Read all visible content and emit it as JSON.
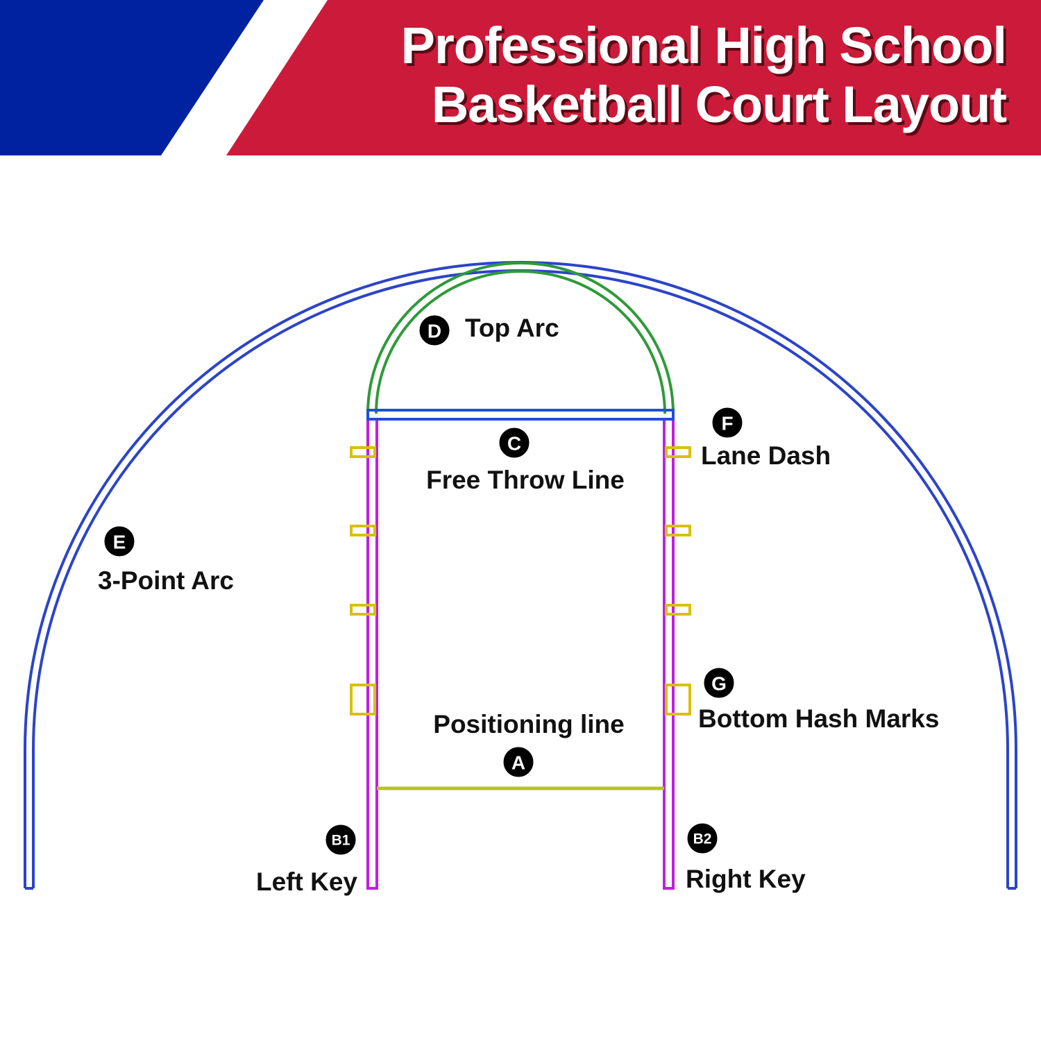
{
  "title": {
    "line1": "Professional High School",
    "line2": "Basketball Court Layout"
  },
  "colors": {
    "banner_blue": "#0022a0",
    "banner_red": "#cc1b3a",
    "three_point_arc": "#2c44c8",
    "top_arc": "#2e9a3a",
    "free_throw_line": "#1f4fd8",
    "lane_lines": "#c21ee0",
    "lane_dash": "#d8c000",
    "positioning_line": "#b6c51a"
  },
  "labels": {
    "A": {
      "badge": "A",
      "text": "Positioning line"
    },
    "B1": {
      "badge": "B1",
      "text": "Left Key"
    },
    "B2": {
      "badge": "B2",
      "text": "Right Key"
    },
    "C": {
      "badge": "C",
      "text": "Free Throw Line"
    },
    "D": {
      "badge": "D",
      "text": "Top Arc"
    },
    "E": {
      "badge": "E",
      "text": "3-Point Arc"
    },
    "F": {
      "badge": "F",
      "text": "Lane Dash"
    },
    "G": {
      "badge": "G",
      "text": "Bottom Hash Marks"
    }
  }
}
